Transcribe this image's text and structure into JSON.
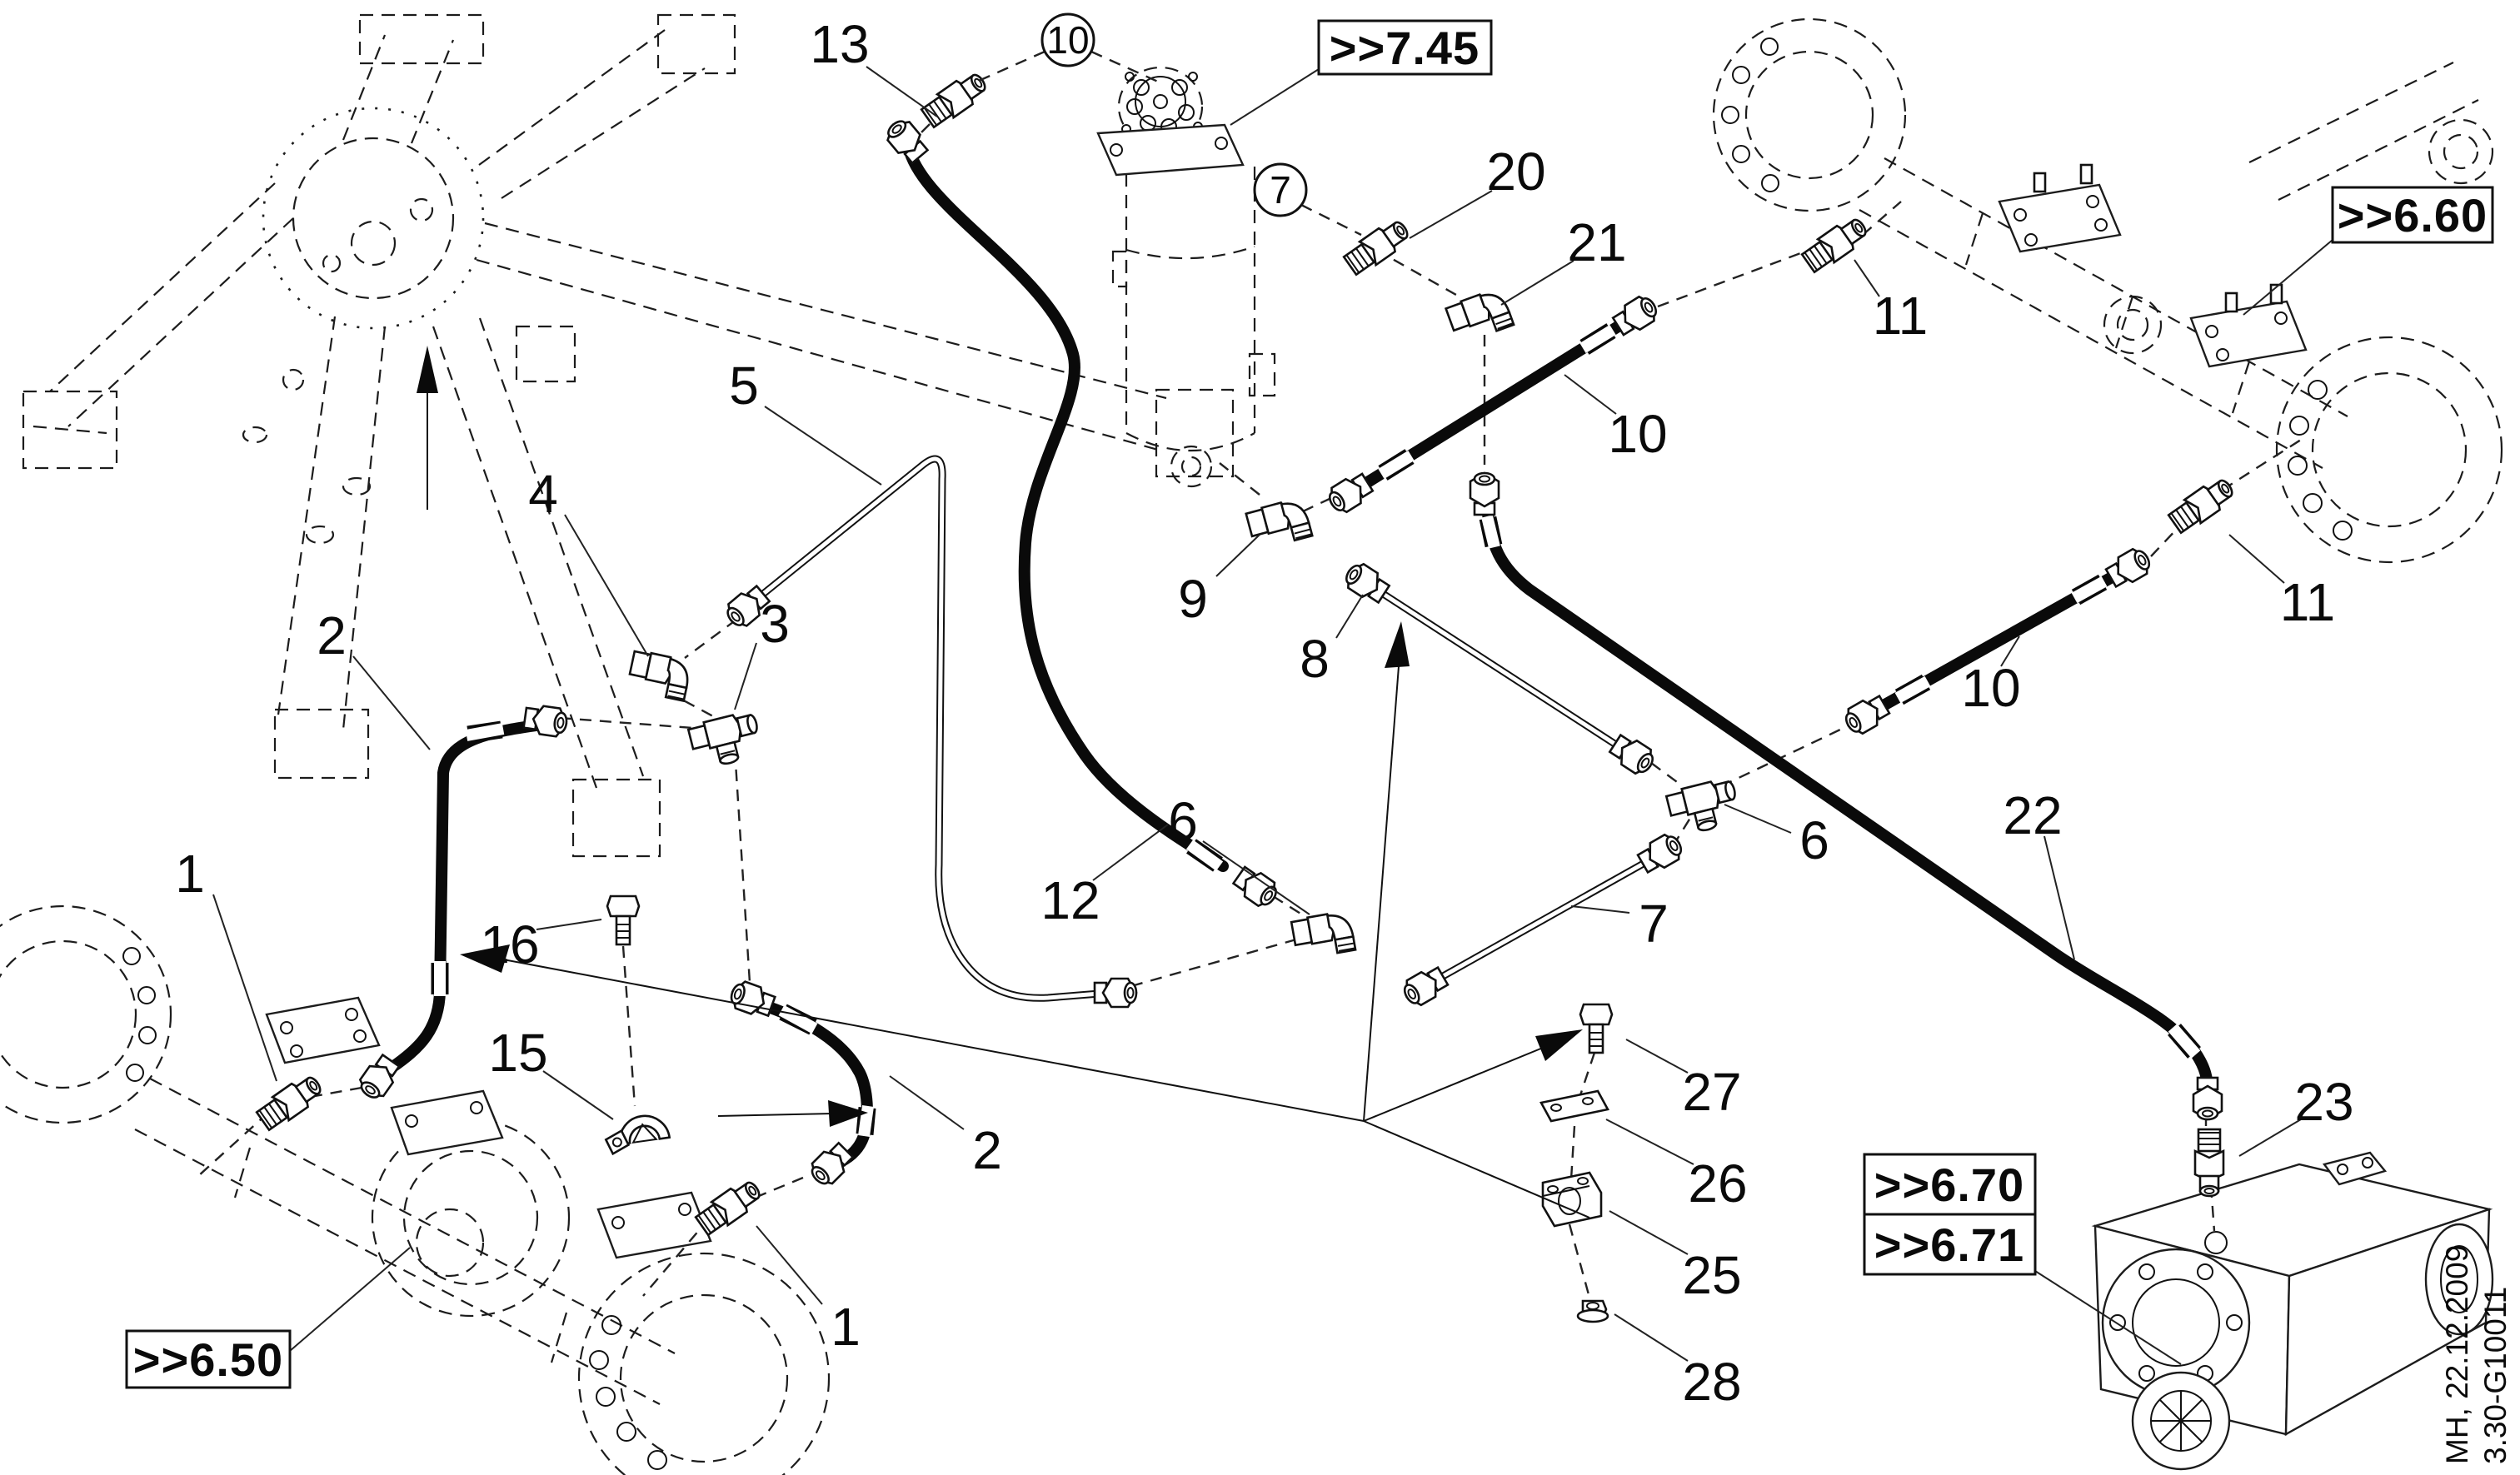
{
  "drawing": {
    "callouts": {
      "n13": "13",
      "n5": "5",
      "n4": "4",
      "n3": "3",
      "n2a": "2",
      "n1a": "1",
      "n16": "16",
      "n15": "15",
      "n12": "12",
      "n6c": "6",
      "n2b": "2",
      "n1b": "1",
      "n9": "9",
      "n8": "8",
      "n7b": "7",
      "n6b": "6",
      "n10a": "10",
      "n11a": "11",
      "n10b": "10",
      "n11b": "11",
      "n20": "20",
      "n21": "21",
      "n22": "22",
      "n23": "23",
      "n25": "25",
      "n26": "26",
      "n27": "27",
      "n28": "28"
    },
    "circled_callouts": {
      "c10": "10",
      "c7": "7"
    },
    "reference_boxes": {
      "r745": ">>7.45",
      "r660": ">>6.60",
      "r650": ">>6.50",
      "r670": ">>6.70",
      "r671": ">>6.71"
    },
    "footer": {
      "author_date": "MH, 22.12.2009",
      "drawing_number": "3.30-G10011"
    }
  }
}
